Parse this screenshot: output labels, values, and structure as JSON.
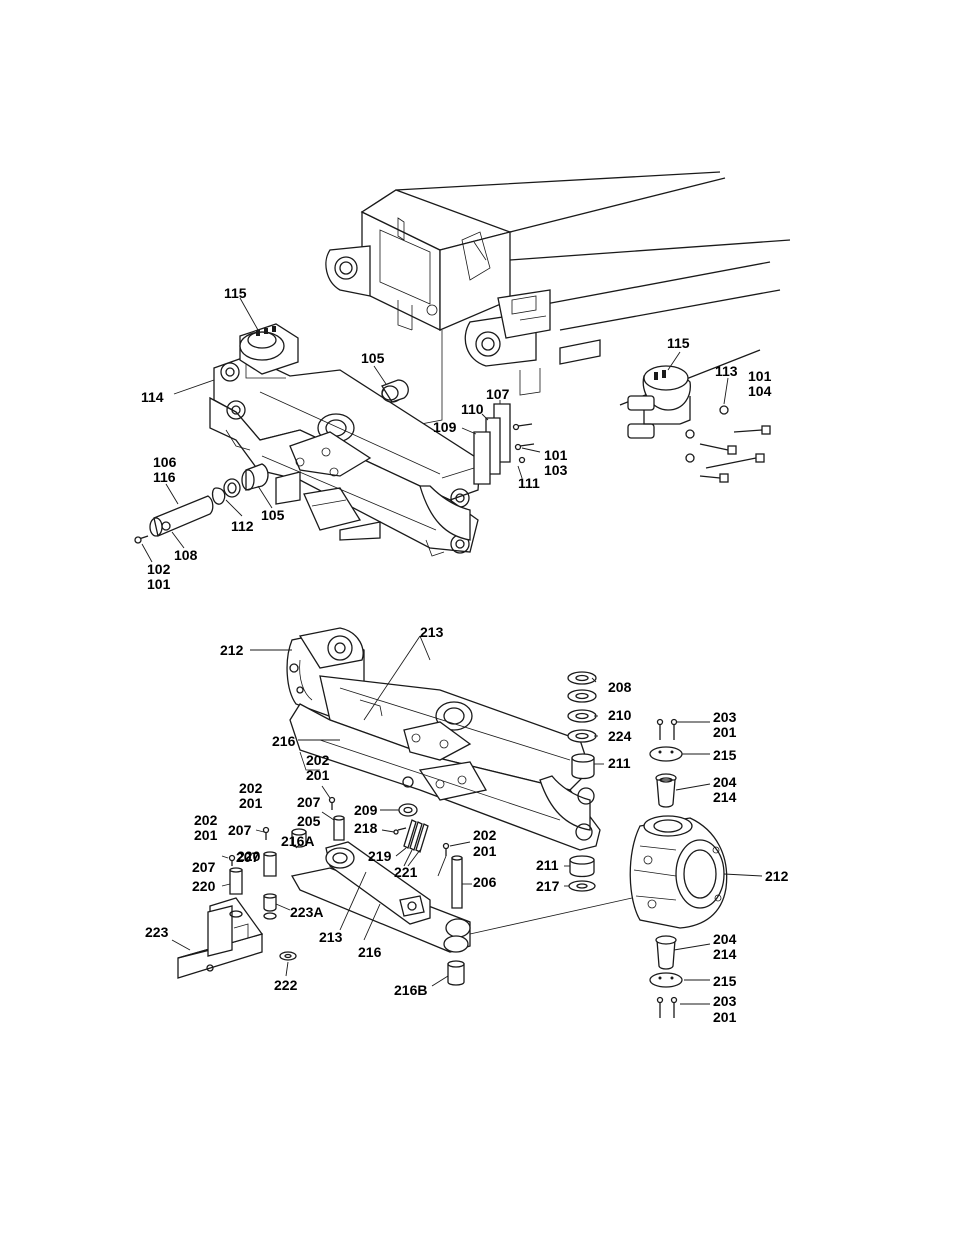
{
  "labels": {
    "l115a": "115",
    "l105a": "105",
    "l114": "114",
    "l107": "107",
    "l110": "110",
    "l109": "109",
    "l115b": "115",
    "l113": "113",
    "l101a": "101",
    "l104": "104",
    "l101b": "101",
    "l103": "103",
    "l111": "111",
    "l106": "106",
    "l116": "116",
    "l112": "112",
    "l105b": "105",
    "l108": "108",
    "l102": "102",
    "l101c": "101",
    "l213a": "213",
    "l212a": "212",
    "l208": "208",
    "l210": "210",
    "l224": "224",
    "l203a": "203",
    "l201a": "201",
    "l215a": "215",
    "l216a": "216",
    "l202a": "202",
    "l201b": "201",
    "l211a": "211",
    "l204a": "204",
    "l214a": "214",
    "l202b": "202",
    "l201c": "201",
    "l207a": "207",
    "l205": "205",
    "l209": "209",
    "l218": "218",
    "l207b": "207",
    "l216A": "216A",
    "l202c": "202",
    "l201d": "201",
    "l202d": "202",
    "l201e": "201",
    "l219": "219",
    "l221": "221",
    "l211b": "211",
    "l212b": "212",
    "l207c": "207",
    "l220a": "220",
    "l207d": "207",
    "l206": "206",
    "l217": "217",
    "l220b": "220",
    "l223A": "223A",
    "l223": "223",
    "l213b": "213",
    "l216b": "216",
    "l204b": "204",
    "l214b": "214",
    "l222": "222",
    "l216B": "216B",
    "l215b": "215",
    "l203b": "203",
    "l201f": "201"
  }
}
